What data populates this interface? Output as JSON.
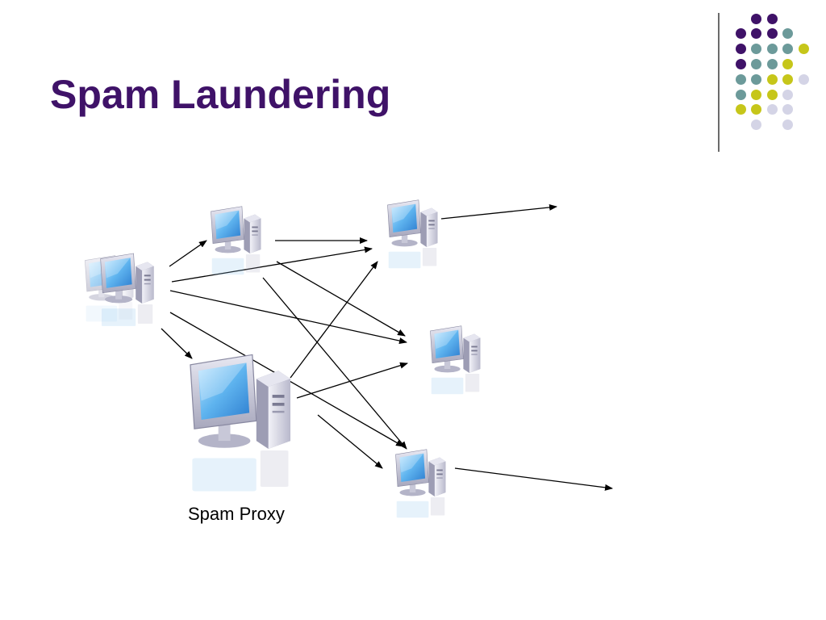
{
  "slide": {
    "title": "Spam Laundering"
  },
  "diagram": {
    "proxy_label": "Spam Proxy",
    "nodes": [
      {
        "id": "spammer",
        "role": "source computer"
      },
      {
        "id": "relay-top",
        "role": "relay computer"
      },
      {
        "id": "spam-proxy",
        "role": "spam proxy computer"
      },
      {
        "id": "proxy-top",
        "role": "proxy computer"
      },
      {
        "id": "proxy-middle",
        "role": "proxy computer"
      },
      {
        "id": "proxy-bottom",
        "role": "proxy computer"
      }
    ],
    "arrows": [
      {
        "from": "spammer",
        "to": "relay-top"
      },
      {
        "from": "spammer",
        "to": "proxy-top"
      },
      {
        "from": "spammer",
        "to": "proxy-middle"
      },
      {
        "from": "spammer",
        "to": "proxy-bottom"
      },
      {
        "from": "spammer",
        "to": "spam-proxy"
      },
      {
        "from": "relay-top",
        "to": "proxy-top"
      },
      {
        "from": "relay-top",
        "to": "proxy-middle"
      },
      {
        "from": "relay-top",
        "to": "proxy-bottom"
      },
      {
        "from": "spam-proxy",
        "to": "proxy-top"
      },
      {
        "from": "spam-proxy",
        "to": "proxy-middle"
      },
      {
        "from": "spam-proxy",
        "to": "proxy-bottom"
      },
      {
        "from": "proxy-top",
        "to": "outside"
      },
      {
        "from": "proxy-bottom",
        "to": "outside"
      }
    ]
  },
  "decoration": {
    "colors": {
      "purple": "#3f1268",
      "teal": "#6c9a9a",
      "olive": "#c6c61a",
      "lavender": "#d4d4e6",
      "monitor_screen": "#5fb4ef",
      "case": "#c8c8d8"
    }
  }
}
